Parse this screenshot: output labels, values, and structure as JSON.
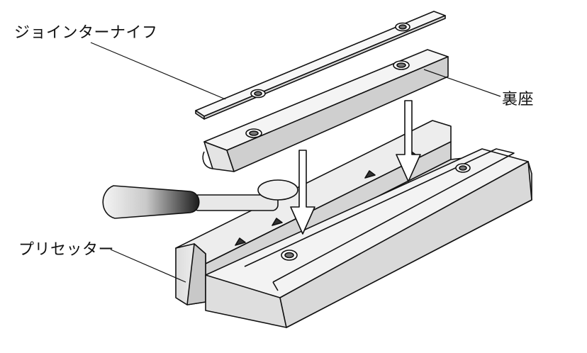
{
  "labels": {
    "knife": "ジョインターナイフ",
    "backing": "裏座",
    "presetter": "プリセッター"
  },
  "colors": {
    "line": "#111111",
    "metal_light": "#f2f2f2",
    "metal_mid": "#d9d9d9",
    "metal_dark": "#9a9a9a",
    "handle_dark": "#2a2a2a"
  }
}
